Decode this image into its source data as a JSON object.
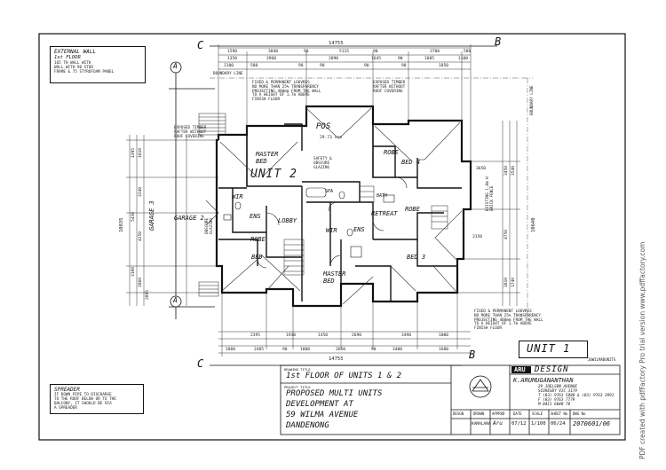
{
  "external_wall_note": {
    "title": "EXTERNAL WALL",
    "subtitle": "1st FLOOR",
    "lines": [
      "165 TH WALL WITH",
      "WALL WITH 90 STUD",
      "FRAME & 75 STYROFOAM PANEL"
    ]
  },
  "spreader_note": {
    "title": "SPREADER",
    "lines": [
      "IF DOWN PIPE TO DISCHARGE",
      "TO THE ROOF BELOW OR TO THE",
      "BALCONY, IT SHOULD BE VIA",
      "A SPREADER"
    ]
  },
  "section_markers": {
    "c": "C",
    "b": "B",
    "a": "A"
  },
  "unit_label": "UNIT 1",
  "unit2_label": "UNIT 2",
  "drawing_code": "20WILMADUNITS",
  "overall_dims": {
    "top": "14755",
    "bottom": "14755",
    "left": "10835",
    "right": "10640"
  },
  "top_dims_row1": [
    "1590",
    "3840",
    "90",
    "5115",
    "90",
    "3780",
    "580"
  ],
  "top_dims_row2": [
    "1350",
    "3960",
    "2890",
    "1645",
    "90",
    "1885",
    "1100"
  ],
  "top_dims_row3": [
    "1100",
    "580",
    "90",
    "90",
    "90",
    "90",
    "1850"
  ],
  "bottom_dims_row1": [
    "2395",
    "1910",
    "1450",
    "2690",
    "3490",
    "1000"
  ],
  "bottom_dims_row2": [
    "1860",
    "2485",
    "90",
    "1800",
    "2650",
    "90",
    "3400",
    "1680"
  ],
  "left_dims": [
    "1395",
    "1610",
    "3240",
    "5430",
    "4250",
    "3100",
    "1860",
    "2895"
  ],
  "right_dims": [
    "3450",
    "3540",
    "4750",
    "1810",
    "1740",
    "3150",
    "3650"
  ],
  "rooms": {
    "master_bed_u2": "MASTER\nBED",
    "wir_u2": "WIR",
    "ens_u2": "ENS",
    "robe_u2": "ROBE",
    "lobby": "LOBBY",
    "bed_u2": "BED",
    "garage": "GARAGE 2",
    "garage3": "GARAGE 3",
    "pos": "POS",
    "pos_area": "29.73 sqm",
    "robe_u1": "ROBE",
    "bed4": "BED 4",
    "retreat": "RETREAT",
    "robe_u1b": "ROBE",
    "bed3": "BED 3",
    "master_bed_u1": "MASTER\nBED",
    "wir_u1": "WIR",
    "ens_u1": "ENS",
    "bath": "BATH",
    "spa": "SPA"
  },
  "plan_notes": {
    "timber_left": "EXPOSED TIMBER\nRAFTER WITHOUT\nROOF COVERING",
    "louvres_top_left": "FIXED & PERMANENT LOUVRES\nNO MORE THAN 25% TRANSPARENCY\nPROJECTING 400mm FROM THE WALL\nTO A HEIGHT OF 1.7m ABOVE\nFINISH FLOOR",
    "timber_top_right": "EXPOSED TIMBER\nRAFTER WITHOUT\nROOF COVERING",
    "boundary_line_top": "BOUNDARY LINE",
    "boundary_line_right": "BOUNDARY LINE",
    "safety_glazing": "SAFETY &\nOBSCURE\nGLAZING",
    "existing_fence": "EXISTING 1.8m H\nBRICK FENCE",
    "louvres_bottom_right": "FIXED & PERMANENT LOUVRES\nNO MORE THAN 25% TRANSPARENCY\nPROJECTING 400mm FROM THE WALL\nTO A HEIGHT OF 1.7m ABOVE\nFINISH FLOOR",
    "obscure_glazing": "OBSCURE\nGLAZING"
  },
  "title_block": {
    "drawing_title_label": "DRAWING TITLE",
    "drawing_title": "1st FLOOR OF UNITS 1 & 2",
    "project_title_label": "PROJECT TITLE",
    "project_lines": [
      "PROPOSED MULTI UNITS",
      "DEVELOPMENT AT",
      "59 WILMA AVENUE",
      "DANDENONG"
    ],
    "company": "ARU DESIGN",
    "company_prefix": "ARU",
    "company_suffix": "DESIGN",
    "contact_name": "K.ARUMUGANANTHAN",
    "contact_lines": [
      "29 JOELSON AVENUE",
      "SCORESBY VIC 3179",
      "T (03) 9763 5880 & (03) 9763 3991",
      "F (03) 9763 7779",
      "M 0411 6040 70"
    ],
    "headers": [
      "DESGN",
      "DRAWN",
      "APPRVD",
      "DATE",
      "SCALE",
      "SHEET No",
      "DWG No"
    ],
    "values": [
      "",
      "KAMALANA",
      "Aru",
      "07/12",
      "1/100",
      "06/24",
      "2070601/06"
    ]
  },
  "watermark": "PDF created with pdfFactory Pro trial version www.pdffactory.com"
}
